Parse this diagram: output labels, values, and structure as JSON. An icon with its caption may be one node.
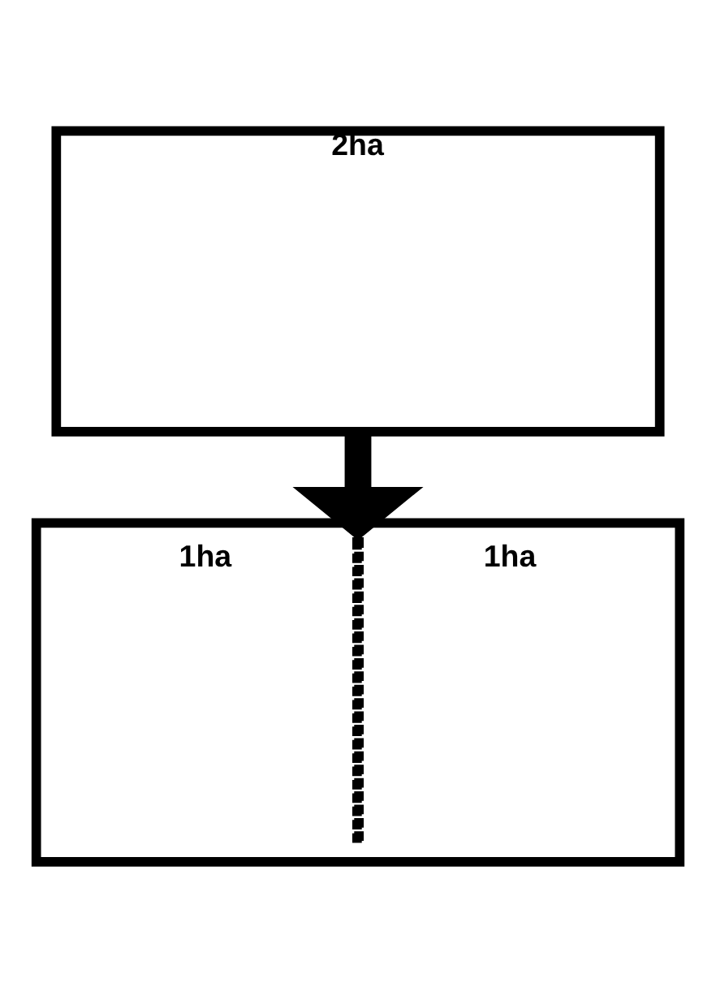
{
  "diagram": {
    "nodes": [
      {
        "text": [
          "2ha"
        ]
      },
      {
        "text": [],
        "shape": "box"
      },
      {
        "text": [
          "1ha"
        ],
        "in": 1
      },
      {
        "text": [
          "1ha"
        ],
        "in": 1
      }
    ],
    "edges": [
      {
        "from": 0,
        "to": 1,
        "arrow": "to"
      }
    ]
  }
}
